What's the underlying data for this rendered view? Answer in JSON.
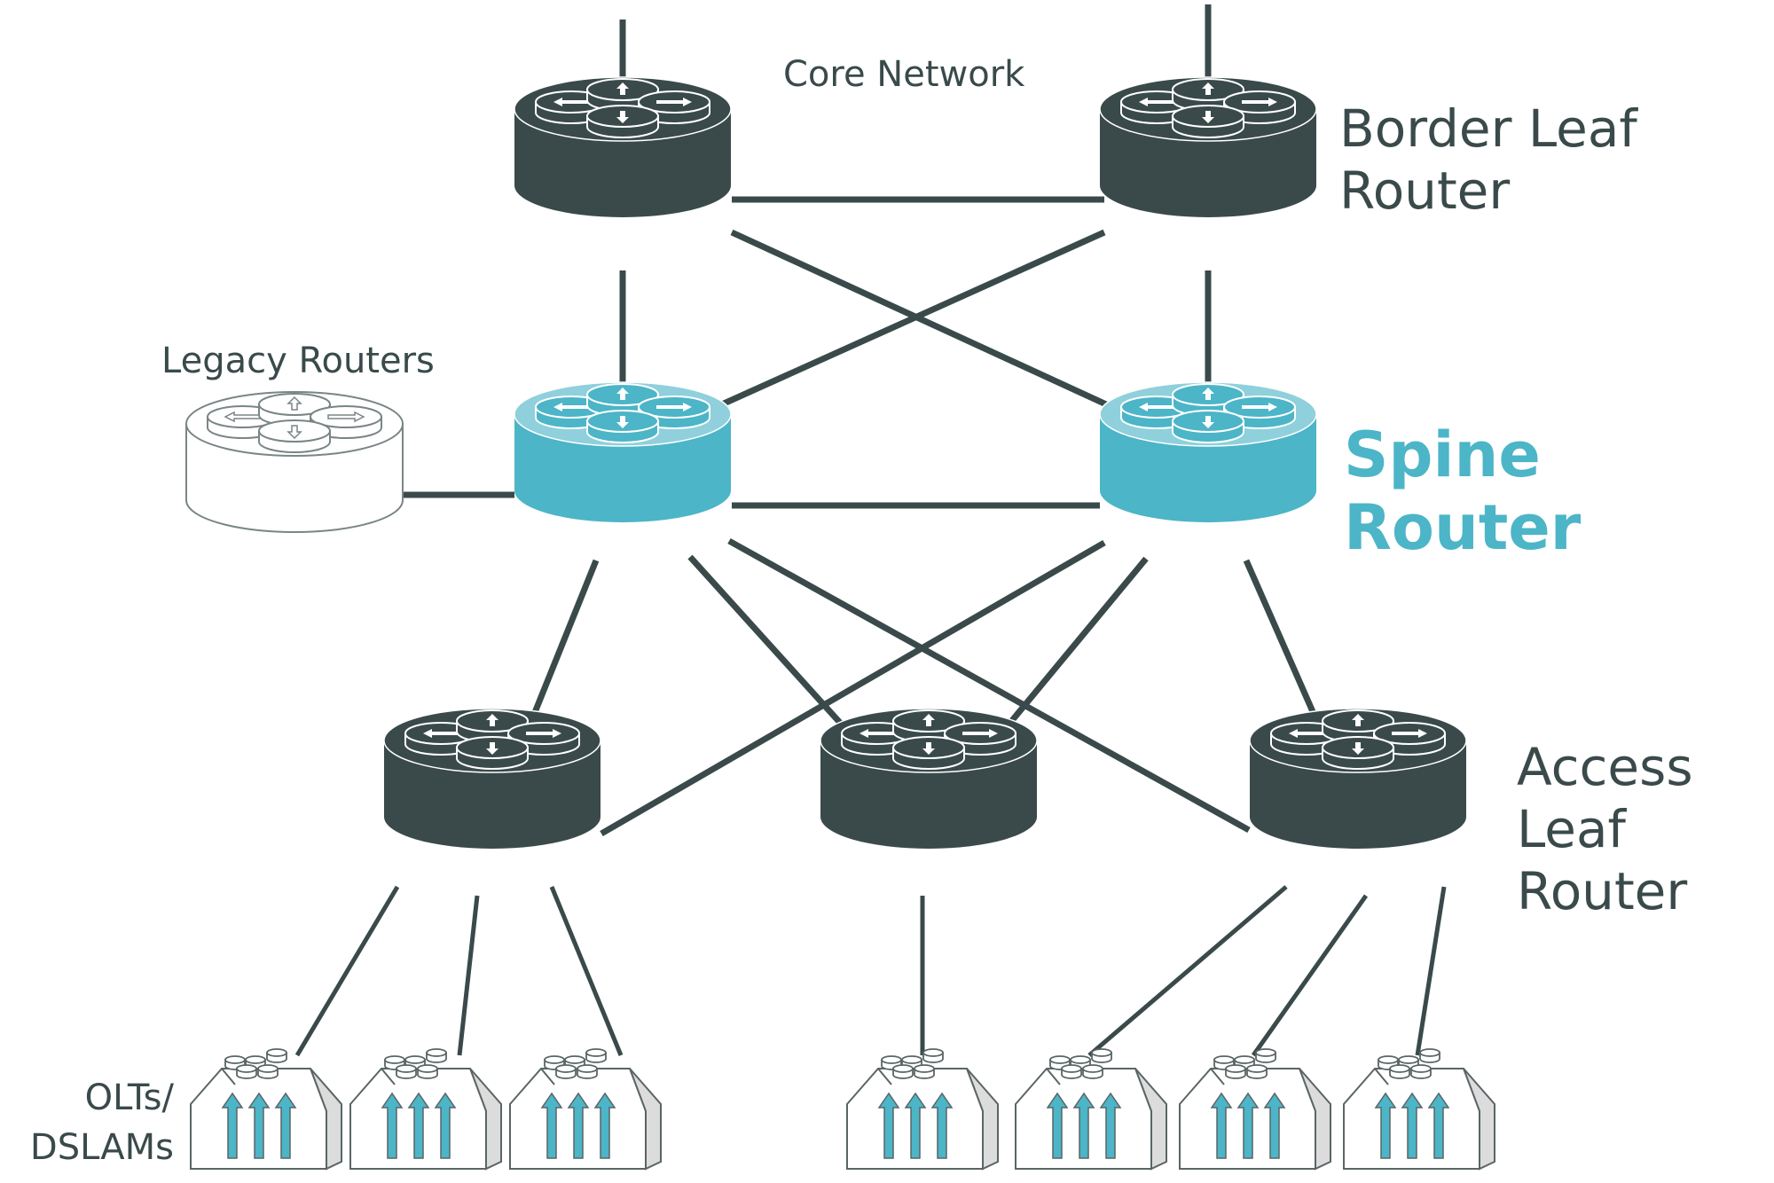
{
  "labels": {
    "core_network": "Core Network",
    "legacy_routers": "Legacy Routers",
    "border_leaf": [
      "Border Leaf",
      "Router"
    ],
    "spine": [
      "Spine",
      "Router"
    ],
    "access_leaf": [
      "Access",
      "Leaf",
      "Router"
    ],
    "olts": [
      "OLTs/",
      "DSLAMs"
    ]
  },
  "colors": {
    "dark_router": "#3a4a4b",
    "spine_router": "#4cb5c7",
    "spine_router_top": "#8fd0dc",
    "legacy_router": "#ffffff",
    "link": "#3a4a4b",
    "accent_text": "#4cb5c7",
    "olt_arrow": "#4cb5c7"
  },
  "icons": {
    "router": "router-icon",
    "olt": "olt-dslam-icon"
  }
}
